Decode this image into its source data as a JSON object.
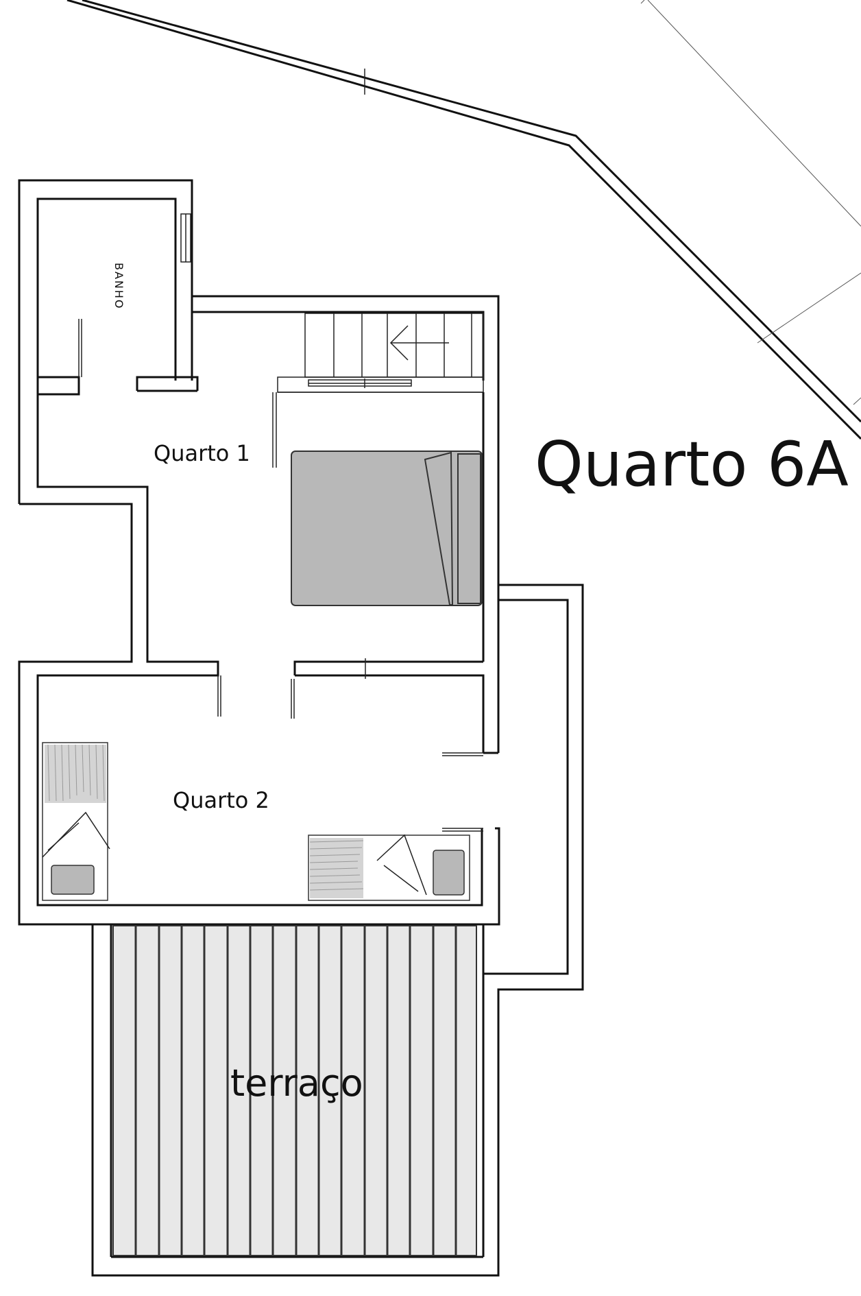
{
  "title": "Quarto 6A",
  "rooms": {
    "bathroom": "BANHO",
    "bedroom1": "Quarto 1",
    "bedroom2": "Quarto 2",
    "terrace": "terraço"
  },
  "colors": {
    "wall": "#111111",
    "furniture_fill": "#b8b8b8",
    "terrace_fill": "#e8e8e8"
  }
}
